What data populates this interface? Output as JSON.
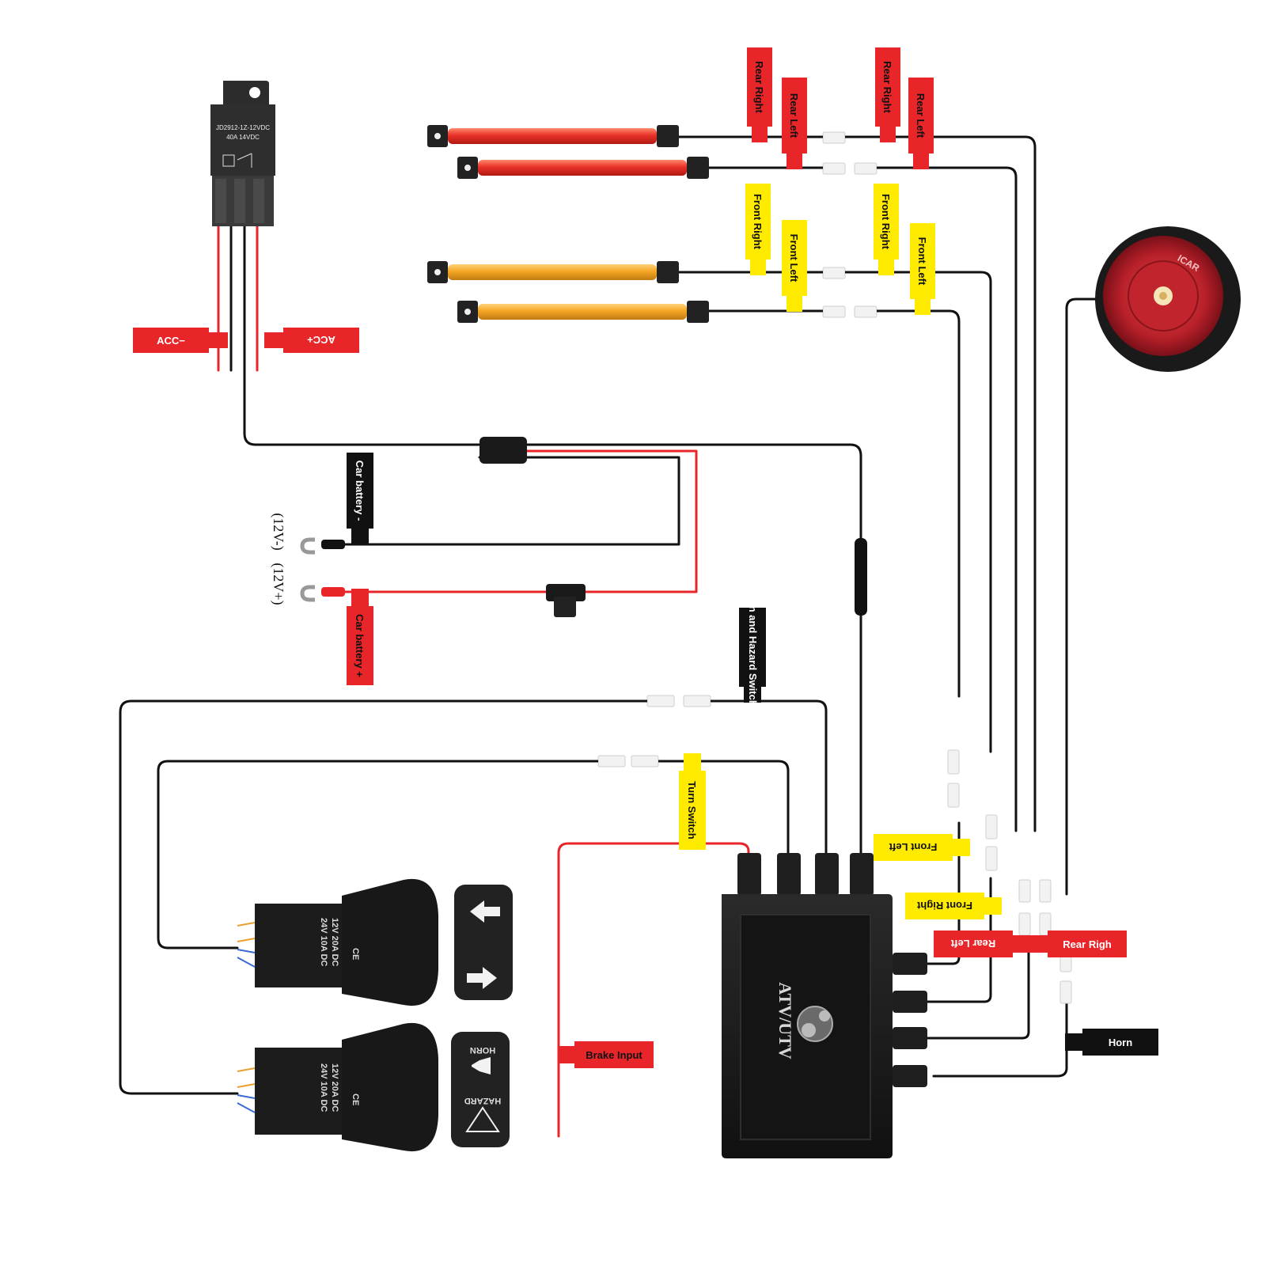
{
  "relay": {
    "model": "JD2912-1Z-12VDC",
    "rating": "40A 14VDC"
  },
  "tags": {
    "acc_minus": "ACC−",
    "acc_plus": "ACC+",
    "rear_right_1": "Rear Right",
    "rear_left_1": "Rear Left",
    "rear_right_2": "Rear Right",
    "rear_left_2": "Rear Left",
    "front_right_1": "Front Right",
    "front_left_1": "Front Left",
    "front_right_2": "Front Right",
    "front_left_2": "Front Left",
    "car_battery_minus": "Car battery -",
    "car_battery_plus": "Car battery +",
    "horn_hazard_switch": "Horn and Hazard Switch",
    "turn_switch": "Turn Switch",
    "brake_input": "Brake Input",
    "front_left_box": "Front Left",
    "front_right_box": "Front Right",
    "rear_left_box": "Rear Left",
    "rear_right_box": "Rear Righ",
    "horn_box": "Horn"
  },
  "terminals": {
    "neg": "(12V-)",
    "pos": "(12V+)"
  },
  "control_box": {
    "brand": "ATV/UTV",
    "ports_right": [
      "FRONT LEFT",
      "FRONT RIGHT",
      "REAR LEFT",
      "REAR RIGHT",
      "HORN"
    ]
  },
  "switches": {
    "spec_line1": "12V 20A DC",
    "spec_line2": "24V 10A DC",
    "cert": "CE",
    "cover_bottom_top": "HORN",
    "cover_bottom_bottom": "HAZARD"
  },
  "horn_device": {
    "brand": "ICAR"
  },
  "colors": {
    "tag_red": "#e8262a",
    "tag_yellow": "#ffeb00",
    "tag_black": "#111111",
    "wire_black": "#111111",
    "wire_red": "#e8262a",
    "led_red": "#e83a2a",
    "led_amber": "#f5a623",
    "box_body": "#1c1c1c"
  }
}
